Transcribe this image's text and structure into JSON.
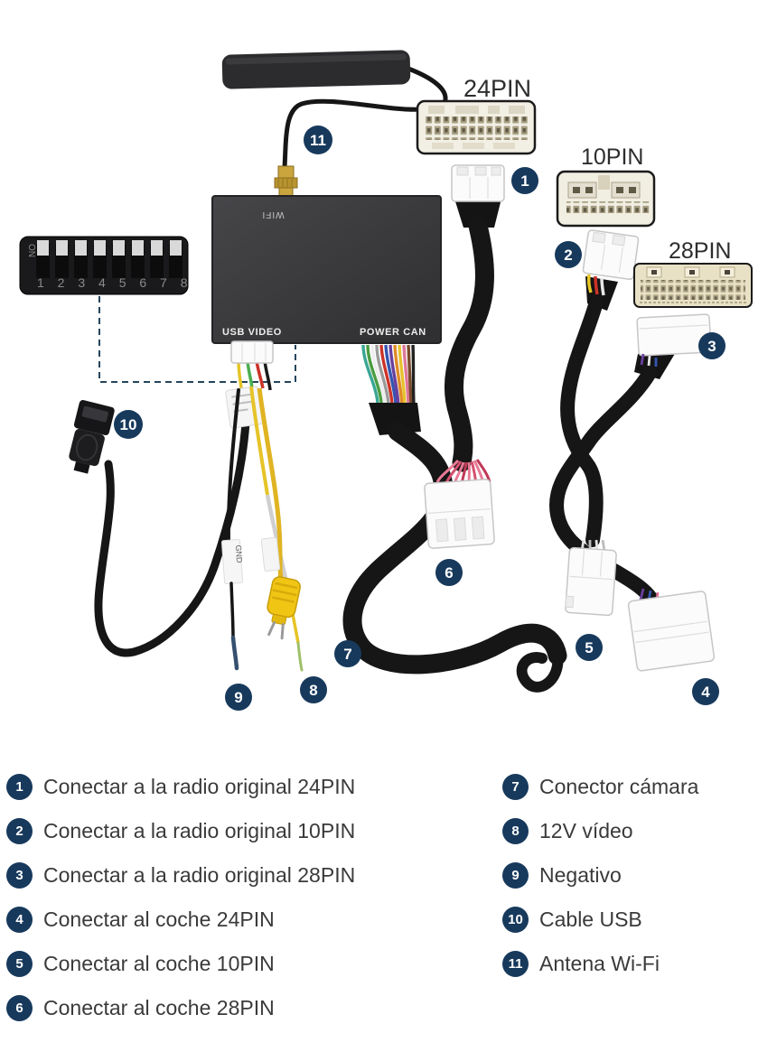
{
  "colors": {
    "accent_navy": "#17395c",
    "legend_text": "#3a3a3a",
    "connector_cream": "#f2efe4",
    "connector_tan": "#e9e1c6",
    "box_dark": "#3a3a3c",
    "cable_black": "#161616",
    "rca_yellow": "#f0c514",
    "sma_gold": "#c9a53e"
  },
  "diagram": {
    "connector_labels": {
      "pin24": "24PIN",
      "pin10": "10PIN",
      "pin28": "28PIN"
    },
    "box_labels": {
      "wifi": "WIFI",
      "usb_video": "USB VIDEO",
      "power_can": "POWER CAN"
    },
    "dip": {
      "on_label": "ON",
      "numbers": "1 2 3 4 5 6 7 8"
    },
    "wire_tag": "GND",
    "callouts": [
      "1",
      "2",
      "3",
      "4",
      "5",
      "6",
      "7",
      "8",
      "9",
      "10",
      "11"
    ]
  },
  "legend": {
    "items_left": [
      {
        "n": "1",
        "text": "Conectar a la radio original 24PIN"
      },
      {
        "n": "2",
        "text": "Conectar a la radio original 10PIN"
      },
      {
        "n": "3",
        "text": "Conectar a la radio original 28PIN"
      },
      {
        "n": "4",
        "text": "Conectar al coche 24PIN"
      },
      {
        "n": "5",
        "text": "Conectar al coche 10PIN"
      },
      {
        "n": "6",
        "text": "Conectar al coche 28PIN"
      }
    ],
    "items_right": [
      {
        "n": "7",
        "text": "Conector cámara"
      },
      {
        "n": "8",
        "text": "12V vídeo"
      },
      {
        "n": "9",
        "text": "Negativo"
      },
      {
        "n": "10",
        "text": "Cable USB"
      },
      {
        "n": "11",
        "text": "Antena Wi-Fi"
      }
    ]
  }
}
